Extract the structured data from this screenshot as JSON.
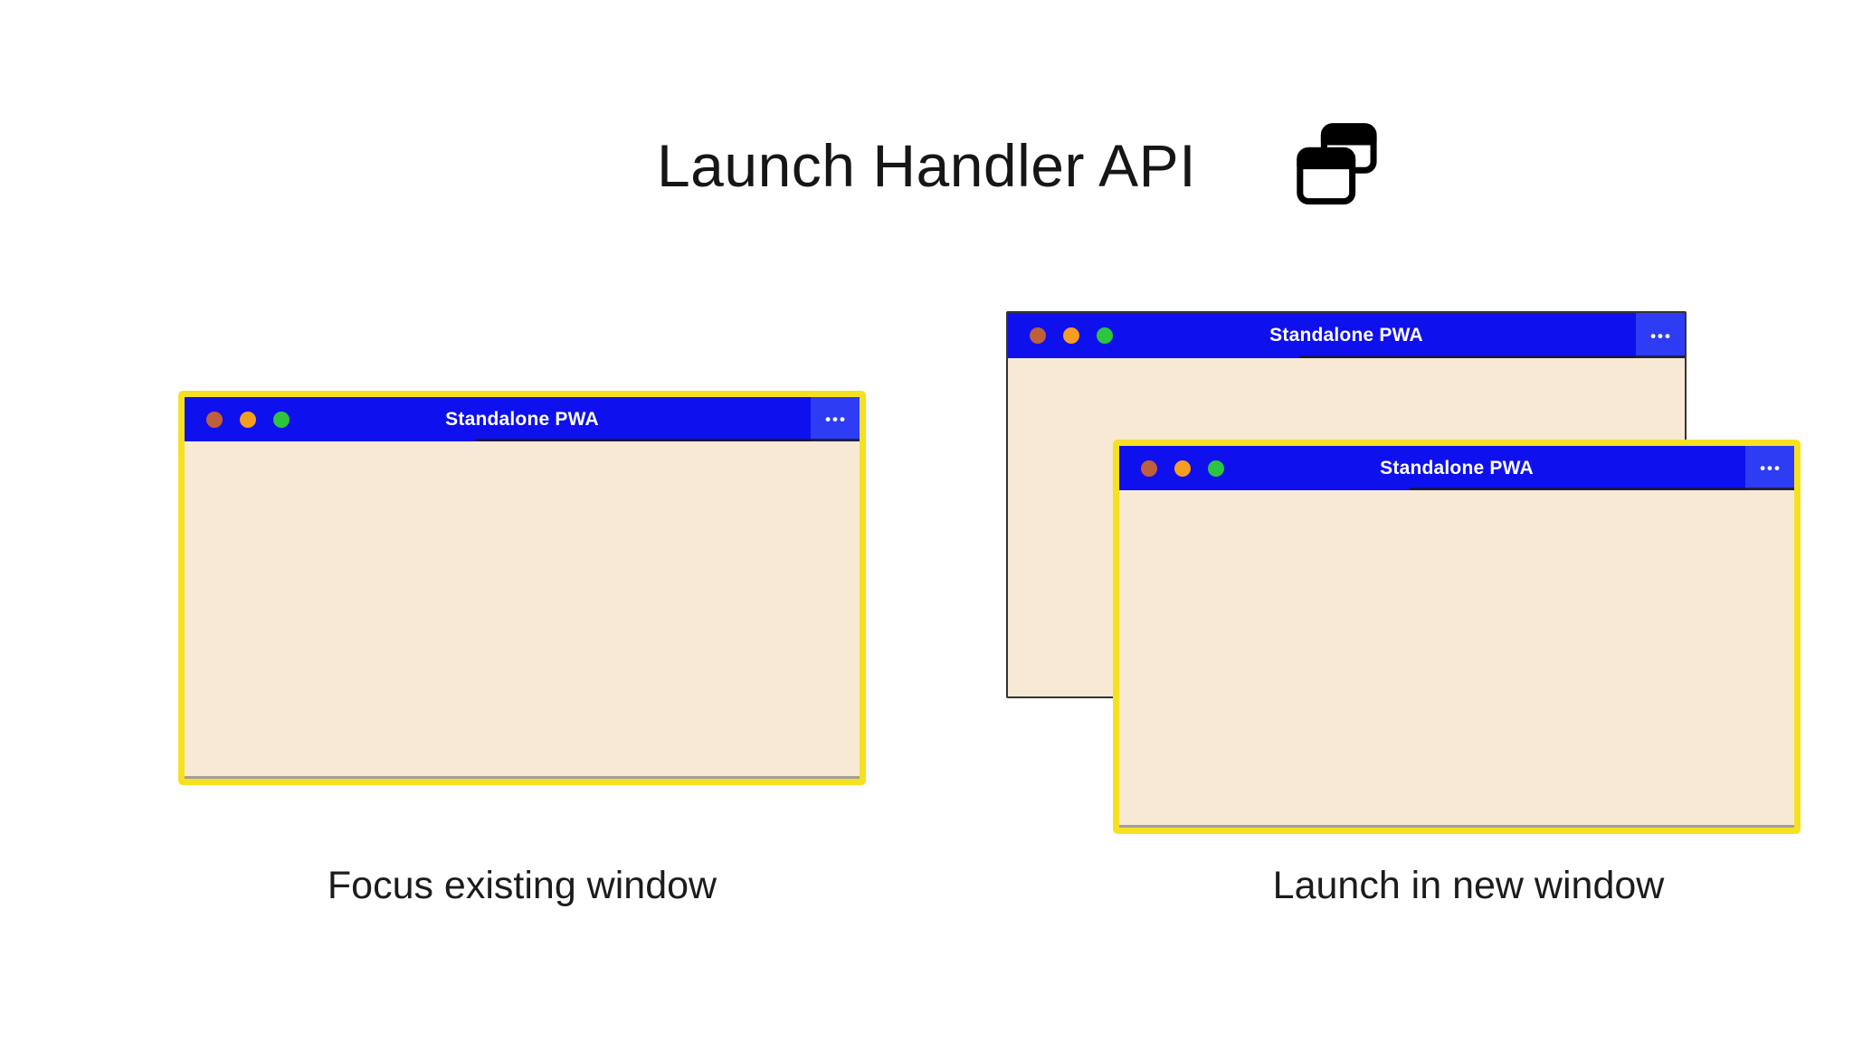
{
  "header": {
    "title": "Launch Handler API",
    "icon": "stacked-windows"
  },
  "colors": {
    "titlebar_blue": "#0f10ee",
    "menu_blue": "#2e3cf3",
    "window_body": "#f8e9d5",
    "highlight_yellow": "#f6e022",
    "back_window_border": "#343434",
    "close_dot": "#bf5f3c",
    "minimize_dot": "#f59d1e",
    "maximize_dot": "#2ec43e"
  },
  "scenario_focus": {
    "caption": "Focus existing window",
    "window": {
      "title": "Standalone PWA",
      "overflow_menu_icon": "•••"
    }
  },
  "scenario_new_window": {
    "caption": "Launch in new window",
    "back_window": {
      "title": "Standalone PWA",
      "overflow_menu_icon": "•••"
    },
    "front_window": {
      "title": "Standalone PWA",
      "overflow_menu_icon": "•••"
    }
  }
}
